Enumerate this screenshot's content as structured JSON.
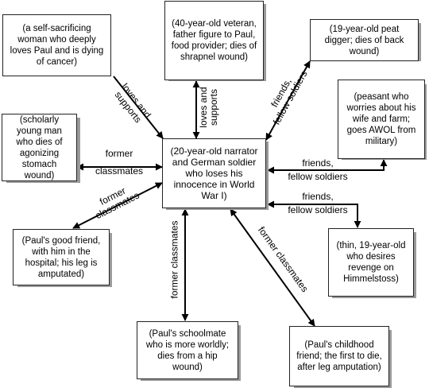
{
  "center": "(20-year-old narrator and German soldier who loses his innocence in World War I)",
  "characters": [
    {
      "id": "kat",
      "desc": "(40-year-old veteran, father figure to Paul, food provider; dies of shrapnel wound)"
    },
    {
      "id": "mother",
      "desc": "(a self-sacrificing woman who deeply loves Paul and is dying of cancer)"
    },
    {
      "id": "haie",
      "desc": "(19-year-old peat digger; dies of back wound)"
    },
    {
      "id": "detering",
      "desc": "(peasant who worries about his wife and farm; goes AWOL from military)"
    },
    {
      "id": "kemmerich",
      "desc": "(scholarly young man who dies of agonizing stomach wound)"
    },
    {
      "id": "albert",
      "desc": "(Paul's good friend, with him in the hospital; his leg is amputated)"
    },
    {
      "id": "tjaden",
      "desc": "(thin, 19-year-old who desires revenge on Himmelstoss)"
    },
    {
      "id": "mueller",
      "desc": "(Paul's schoolmate who is more worldly; dies from a hip wound)"
    },
    {
      "id": "leer",
      "desc": "(Paul's childhood friend; the first to die, after leg amputation)"
    }
  ],
  "relations": {
    "mother": [
      "loves and",
      "supports"
    ],
    "kat": [
      "loves and",
      "supports"
    ],
    "haie": [
      "friends,",
      "fellow soldiers"
    ],
    "detering": [
      "friends,",
      "fellow soldiers"
    ],
    "tjaden": [
      "friends,",
      "fellow soldiers"
    ],
    "kemmerich": [
      "former",
      "classmates"
    ],
    "albert": [
      "former",
      "classmates"
    ],
    "mueller": [
      "former classmates"
    ],
    "leer": [
      "former classmates"
    ]
  }
}
